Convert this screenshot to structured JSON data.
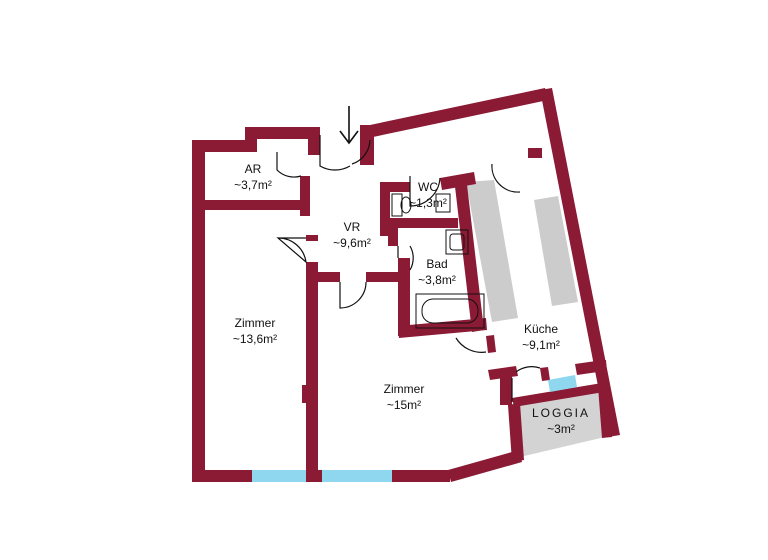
{
  "colors": {
    "wall": "#8b1a35",
    "window": "#8fd7ef",
    "fixture": "#cccccc",
    "loggia_floor": "#d3d3d3",
    "line": "#111111",
    "background": "#ffffff"
  },
  "rooms": [
    {
      "name": "AR",
      "area": "~3,7m²"
    },
    {
      "name": "VR",
      "area": "~9,6m²"
    },
    {
      "name": "WC",
      "area": "~1,3m²"
    },
    {
      "name": "Bad",
      "area": "~3,8m²"
    },
    {
      "name": "Zimmer",
      "area": "~13,6m²"
    },
    {
      "name": "Zimmer",
      "area": "~15m²"
    },
    {
      "name": "Küche",
      "area": "~9,1m²"
    },
    {
      "name": "LOGGIA",
      "area": "~3m²"
    }
  ],
  "icons": {
    "entrance": "down-arrow-icon",
    "door": "door-swing-icon",
    "window": "window-icon",
    "bathtub": "bathtub-icon",
    "sink": "sink-icon",
    "toilet": "toilet-icon"
  }
}
